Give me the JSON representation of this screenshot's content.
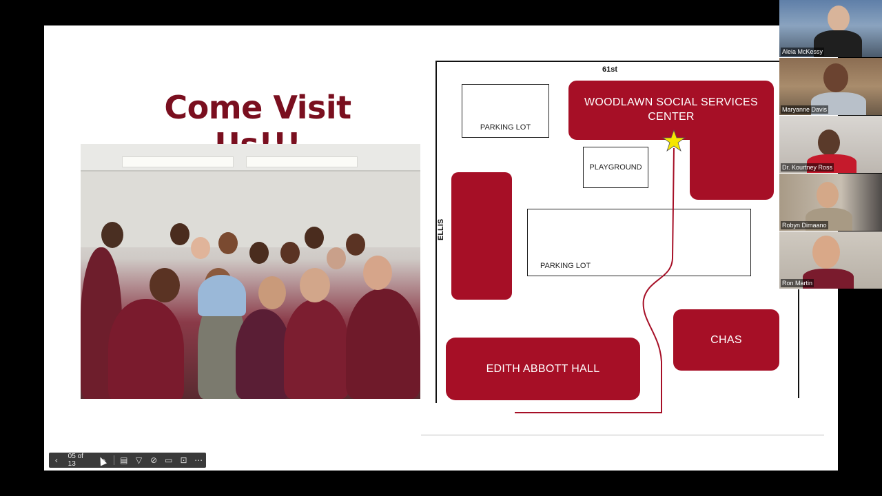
{
  "slide": {
    "title": "Come Visit Us!!!"
  },
  "map": {
    "street_top": "61st",
    "street_left": "ELLIS",
    "woodlawn": "WOODLAWN SOCIAL SERVICES CENTER",
    "parking_lot_1": "PARKING LOT",
    "playground": "PLAYGROUND",
    "parking_lot_2": "PARKING LOT",
    "edith_abbott": "EDITH ABBOTT HALL",
    "chas": "CHAS",
    "brand_color": "#a60f26"
  },
  "presentation_controls": {
    "page_indicator": "05 of 13",
    "prev_icon": "chevron-left-icon",
    "next_icon": "chevron-right-icon"
  },
  "participants": [
    {
      "name": "Aleia McKessy"
    },
    {
      "name": "Maryanne Davis"
    },
    {
      "name": "Dr. Kourtney Ross"
    },
    {
      "name": "Robyn Dimaano"
    },
    {
      "name": "Ron Martin"
    }
  ]
}
